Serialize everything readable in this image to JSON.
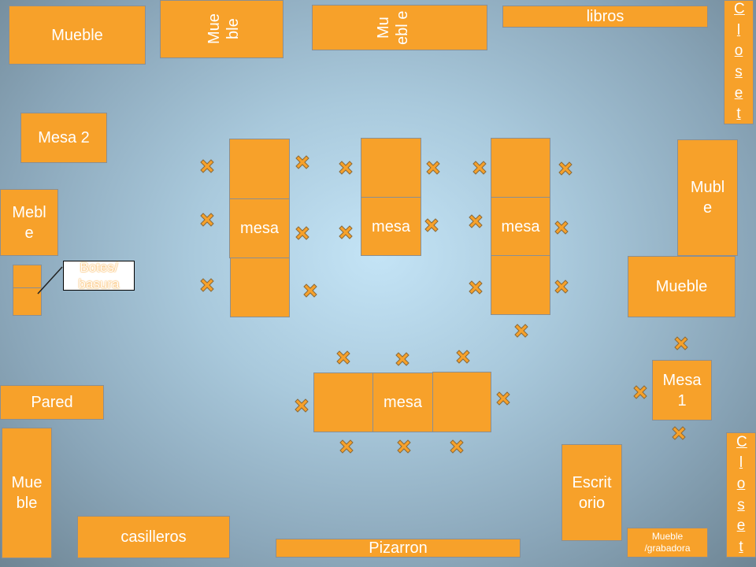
{
  "labels": {
    "mueble_tl": "Mueble",
    "mueble_top1": "Mue ble",
    "mueble_top2": "Mu ebl e",
    "libros": "libros",
    "closet": "Closet",
    "mesa2": "Mesa 2",
    "mebl": "Mebl e",
    "bins": "Botes/ basura",
    "mubl": "Mubl e",
    "mueble_right": "Mueble",
    "mesa": "mesa",
    "mesa1": "Mesa 1",
    "pared": "Pared",
    "mueble_left": "Mue ble",
    "casilleros": "casilleros",
    "pizarron": "Pizarron",
    "escritorio": "Escrit orio",
    "mueble_grabadora": "Mueble /grabadora"
  },
  "colors": {
    "furniture": "#f7a12a",
    "border": "#8a8f93",
    "text": "#ffffff"
  },
  "icons": {
    "seat": "x-mark-icon"
  }
}
